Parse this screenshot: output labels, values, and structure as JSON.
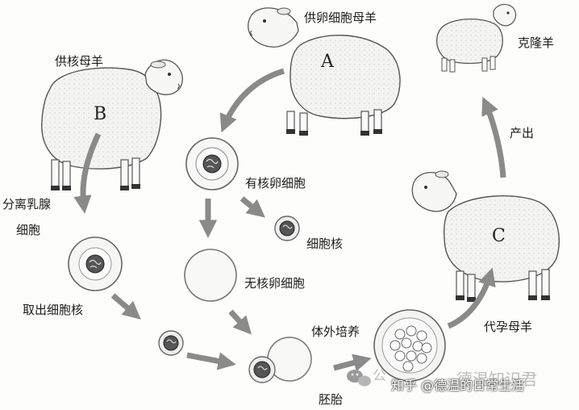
{
  "labels": {
    "donor_nucleus_ewe": "供核母羊",
    "donor_egg_ewe": "供卵细胞母羊",
    "cloned_sheep": "克隆羊",
    "surrogate_ewe": "代孕母羊",
    "birth": "产出",
    "separate_mammary_line1": "分离乳腺",
    "separate_mammary_line2": "细胞",
    "extract_nucleus": "取出细胞核",
    "nucleated_egg": "有核卵细胞",
    "cell_nucleus": "细胞核",
    "enucleated_egg": "无核卵细胞",
    "in_vitro_culture": "体外培养",
    "embryo": "胚胎"
  },
  "sheep_letters": {
    "a": "A",
    "b": "B",
    "c": "C"
  },
  "watermark": {
    "icon": "wechat-icon",
    "brand_text": "公",
    "zhihu_text": "知乎 @德温的日常生活",
    "faint_text": "德温知识君"
  }
}
